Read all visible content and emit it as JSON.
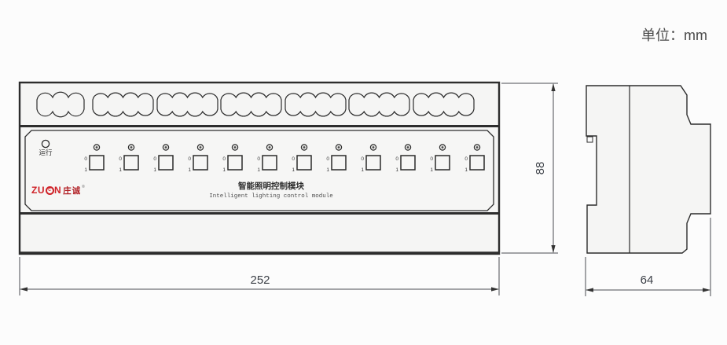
{
  "meta": {
    "unit_note": "单位：mm"
  },
  "front_view": {
    "terminal_groups": [
      3,
      4,
      4,
      4,
      4,
      4,
      4
    ],
    "run_indicator_label": "运行",
    "channels": {
      "count": 12,
      "switch_top_label": "0",
      "switch_bottom_label": "1"
    },
    "brand": {
      "latin_left": "ZU",
      "circle_letter": "C",
      "latin_right": "N",
      "cn": "庄诚",
      "reg_mark": "®"
    },
    "title_cn": "智能照明控制模块",
    "title_en": "Intelligent lighting control module"
  },
  "dimensions": {
    "front_width_mm": "252",
    "front_height_mm": "88",
    "side_depth_mm": "64"
  },
  "colors": {
    "brand_red": "#cf2127",
    "line": "#2d2d2d",
    "dim_line": "#4a4d52",
    "dim_text": "#3c4047",
    "drawing_fill": "#f5f5f4"
  }
}
